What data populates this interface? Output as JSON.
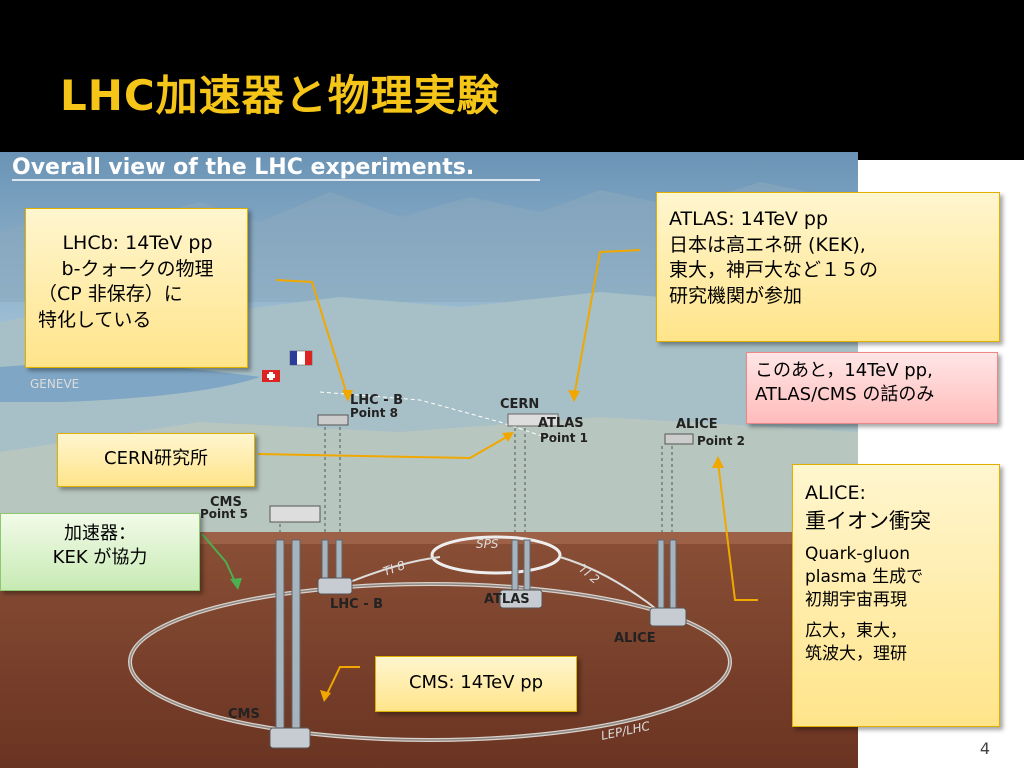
{
  "slide": {
    "title": "LHC加速器と物理実験",
    "page_number": "4"
  },
  "figure": {
    "caption": "Overall view of the LHC experiments.",
    "labels": {
      "geneve": "GENEVE",
      "lhcb_top": "LHC - B",
      "point8": "Point 8",
      "cern": "CERN",
      "atlas_top": "ATLAS",
      "point1": "Point 1",
      "alice_top": "ALICE",
      "point2": "Point 2",
      "cms_top": "CMS",
      "point5": "Point 5",
      "sps": "SPS",
      "ti8": "TI 8",
      "ti2": "TI 2",
      "lhcb_bottom": "LHC - B",
      "atlas_bottom": "ATLAS",
      "alice_bottom": "ALICE",
      "cms_bottom": "CMS",
      "lep_lhc": "LEP/LHC"
    }
  },
  "callouts": {
    "lhcb": {
      "line1": "LHCb: 14TeV pp",
      "line2": "b-クォークの物理",
      "line3": "（CP 非保存）に",
      "line4": "特化している"
    },
    "atlas": {
      "line1": "ATLAS: 14TeV pp",
      "line2": "日本は高エネ研 (KEK),",
      "line3": "東大，神戸大など１５の",
      "line4": "研究機関が参加"
    },
    "note": {
      "line1": "このあと，14TeV pp,",
      "line2": "ATLAS/CMS の話のみ"
    },
    "cern": {
      "text": "CERN研究所"
    },
    "accelerator": {
      "line1": "加速器：",
      "line2": "KEK が協力"
    },
    "cms": {
      "text": "CMS: 14TeV pp"
    },
    "alice": {
      "line1": "ALICE:",
      "line2": "重イオン衝突",
      "line3": "Quark-gluon",
      "line4": "plasma 生成で",
      "line5": "初期宇宙再現",
      "line6": "広大，東大，",
      "line7": "筑波大，理研"
    }
  },
  "colors": {
    "title": "#f5c518",
    "callout_fill": "#ffe48a",
    "arrow": "#f0a800",
    "green_arrow": "#4caf50"
  }
}
